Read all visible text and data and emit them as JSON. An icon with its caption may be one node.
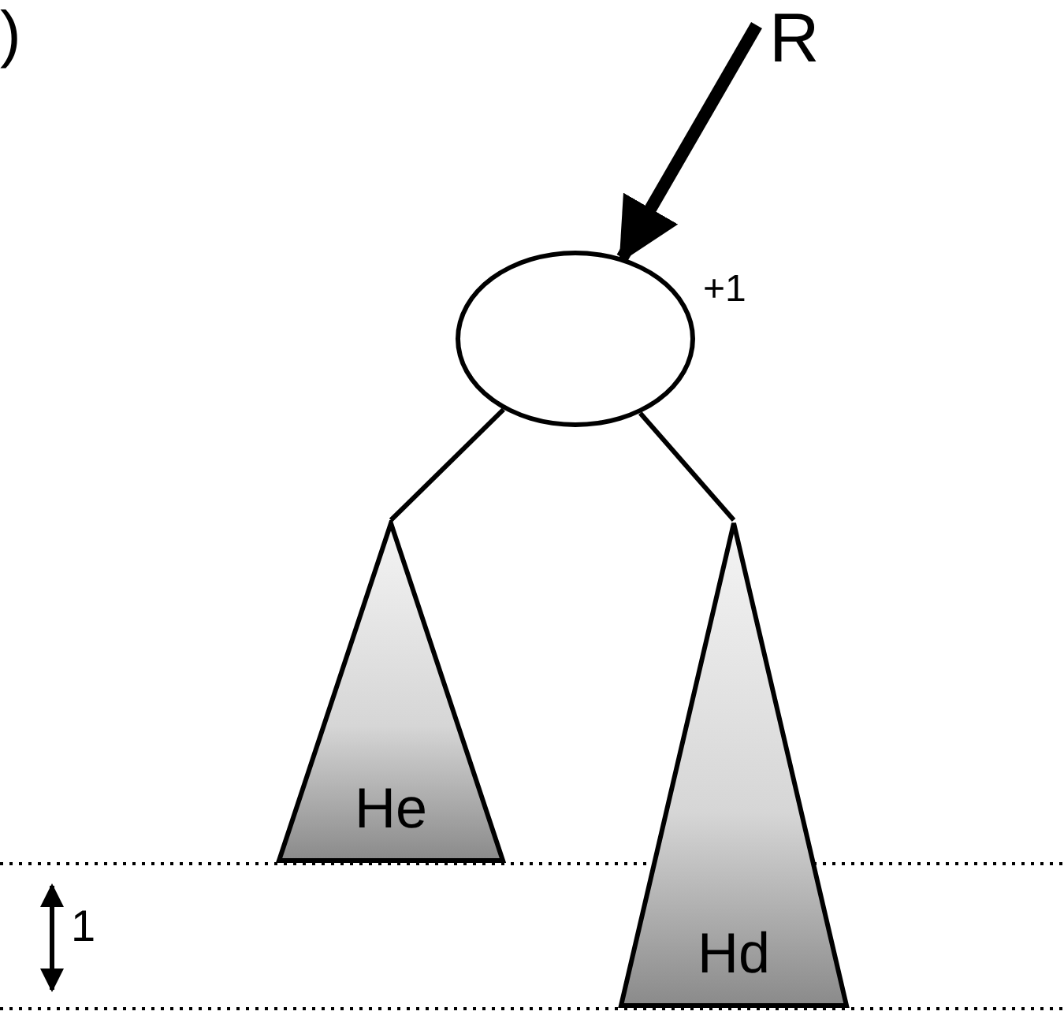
{
  "diagram": {
    "nodes": [
      {
        "text": [
          "R"
        ]
      },
      {
        "text": [],
        "shape": "circle",
        "beside": [
          "+1"
        ]
      },
      {
        "text": [
          "He"
        ]
      },
      {
        "text": [
          "Hd"
        ]
      }
    ],
    "edges": [
      {
        "from": 0,
        "to": 1,
        "arrow": "to",
        "style": "thick"
      },
      {
        "from": 1,
        "to": 2,
        "arrow": "none"
      },
      {
        "from": 1,
        "to": 3,
        "arrow": "none"
      }
    ],
    "labels": [
      ")",
      "1"
    ]
  }
}
